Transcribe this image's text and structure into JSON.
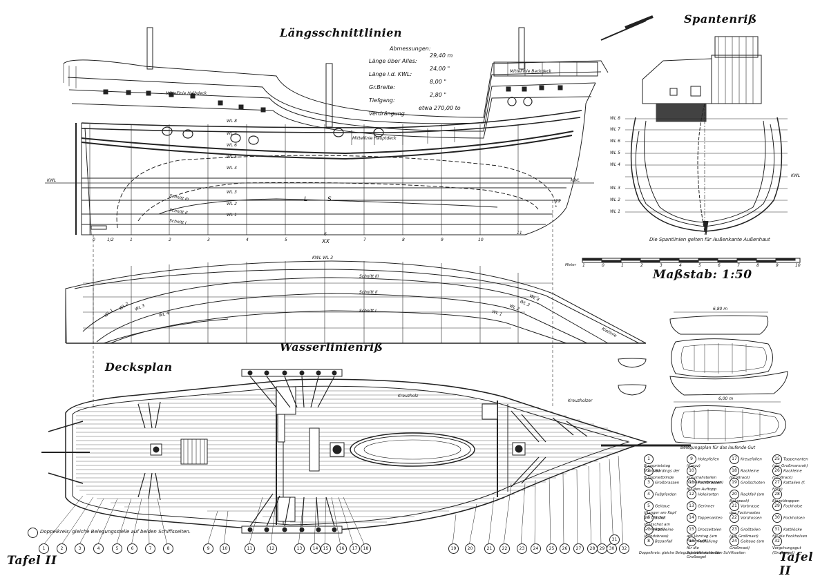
{
  "titles": {
    "longitudinal": "Längsschnittlinien",
    "body_plan": "Spantenriß",
    "waterlines": "Wasserlinienriß",
    "deck_plan": "Decksplan",
    "scale": "Maßstab: 1:50",
    "plate_left": "Tafel II",
    "plate_right": "Tafel II"
  },
  "dimensions": {
    "heading": "Abmessungen:",
    "rows": [
      {
        "label": "Länge über Alles:",
        "value": "29,40 m"
      },
      {
        "label": "Länge i.d. KWL:",
        "value": "24,00 \""
      },
      {
        "label": "Gr.Breite:",
        "value": "8,00 \""
      },
      {
        "label": "Tiefgang:",
        "value": "2,80 \""
      },
      {
        "label": "Verdrängung",
        "value": "etwa 270,00 to"
      }
    ]
  },
  "profile_labels": {
    "deck_mid_1": "Mittellinie Halbdeck",
    "deck_mid_2": "Mittellinie Hauptdeck",
    "deck_mid_3": "Mittellinie Backdeck",
    "kwl_left": "KWL",
    "kwl_right": "KWL",
    "waterlines": [
      "WL 8",
      "WL 7",
      "WL 6",
      "WL 5",
      "WL 4",
      "WL 3",
      "WL 2",
      "WL 1"
    ],
    "sections": [
      "Schnitt III",
      "Schnitt II",
      "Schnitt I"
    ],
    "stations": [
      "0",
      "1/2",
      "1",
      "2",
      "3",
      "4",
      "5",
      "6",
      "7",
      "8",
      "9",
      "10",
      "11",
      "12"
    ],
    "centre_mark": "XX",
    "marks": [
      "L",
      "S"
    ]
  },
  "body_plan": {
    "waterlines": [
      "WL 8",
      "WL 7",
      "WL 6",
      "WL 5",
      "WL 4",
      "WL 3",
      "WL 2",
      "WL 1"
    ],
    "kwl": "KWL",
    "note": "Die Spantlinien gelten für Außenkante Außenhaut"
  },
  "scale_bar": {
    "unit": "Meter",
    "ticks": [
      "1",
      "0",
      "1",
      "2",
      "3",
      "4",
      "5",
      "6",
      "7",
      "8",
      "9",
      "10"
    ]
  },
  "waterline_plan": {
    "top": "KWL WL 3",
    "sections": [
      "Schnitt III",
      "Schnitt II",
      "Schnitt I"
    ],
    "left_wls": [
      "WL 1",
      "WL 2",
      "WL 3",
      "WL 4"
    ],
    "right_wls": [
      "WL 1",
      "WL 2",
      "WL 3",
      "WL 4"
    ],
    "keel": "Kiellinie"
  },
  "deck_plan": {
    "labels": [
      "Kreuzholz",
      "Kreuzholzer"
    ],
    "belegung": "Belegungsplan für das laufende Gut",
    "doppelkreis": "Doppelkreis: gleiche Belegungsstelle auf beiden Schiffsseiten.",
    "doppelkreis_short": "Doppelkreis: gleiche Belegungsstelle auf beiden Schiffsseiten"
  },
  "boats": {
    "length_label_1": "6,80 m",
    "length_label_2": "6,00 m"
  },
  "bottom_callouts": [
    "1",
    "2",
    "3",
    "4",
    "5",
    "6",
    "7",
    "8",
    "9",
    "10",
    "11",
    "12",
    "13",
    "14",
    "15",
    "16",
    "17",
    "18",
    "19",
    "20",
    "21",
    "22",
    "23",
    "24",
    "25",
    "26",
    "27",
    "28",
    "29",
    "30",
    "31",
    "32"
  ],
  "legend": [
    {
      "n": "1",
      "text": "Bugsprietstag (Kreuze)"
    },
    {
      "n": "2",
      "text": "Gordings der Bugsprietblinde"
    },
    {
      "n": "3",
      "text": "Großbrassen"
    },
    {
      "n": "4",
      "text": "Fußpferden"
    },
    {
      "n": "5",
      "text": "Geitaue (Hanger am Kopf der Blinde)"
    },
    {
      "n": "6",
      "text": "Schot (Bakschot am Großsegel)"
    },
    {
      "n": "7",
      "text": "Rackleine (Blindsbrass)"
    },
    {
      "n": "8",
      "text": "Besanfall"
    },
    {
      "n": "9",
      "text": "Holepfeilen (Kreuz)"
    },
    {
      "n": "10",
      "text": "Kreuzrahsteilen (Großmarsbrassen)"
    },
    {
      "n": "11",
      "text": "Fockbrassen für den Auftopp"
    },
    {
      "n": "12",
      "text": "Holekarten"
    },
    {
      "n": "13",
      "text": "Gerinner"
    },
    {
      "n": "14",
      "text": "Toppenanten"
    },
    {
      "n": "15",
      "text": "Drosseltalen am Vorstag (am Fockmast)"
    },
    {
      "n": "16",
      "text": "Fußfällung für die Schiebeleinen der Großsegel"
    },
    {
      "n": "17",
      "text": "Kreuzfallen"
    },
    {
      "n": "18",
      "text": "Rackleine (Großrack)"
    },
    {
      "n": "19",
      "text": "Großschoten"
    },
    {
      "n": "20",
      "text": "Rackfall (am Bakspeck)"
    },
    {
      "n": "21",
      "text": "Vorbrasse des Fockmastes"
    },
    {
      "n": "22",
      "text": "Vordrossen"
    },
    {
      "n": "23",
      "text": "Großtalien (am Großmast)"
    },
    {
      "n": "24",
      "text": "Gaitaue (am Großmast)"
    },
    {
      "n": "25",
      "text": "Toppenanten (der Großmarsrah)"
    },
    {
      "n": "26",
      "text": "Rackleine (Großrack)"
    },
    {
      "n": "27",
      "text": "Kattalien (f. Fock)"
    },
    {
      "n": "28",
      "text": "Einzeldrappen"
    },
    {
      "n": "29",
      "text": "Fockhalse"
    },
    {
      "n": "30",
      "text": "Fockholsen"
    },
    {
      "n": "31",
      "text": "Katblöcke für die Fockholsen"
    },
    {
      "n": "32",
      "text": "Vorgchungsgut (Großsegel)"
    }
  ]
}
